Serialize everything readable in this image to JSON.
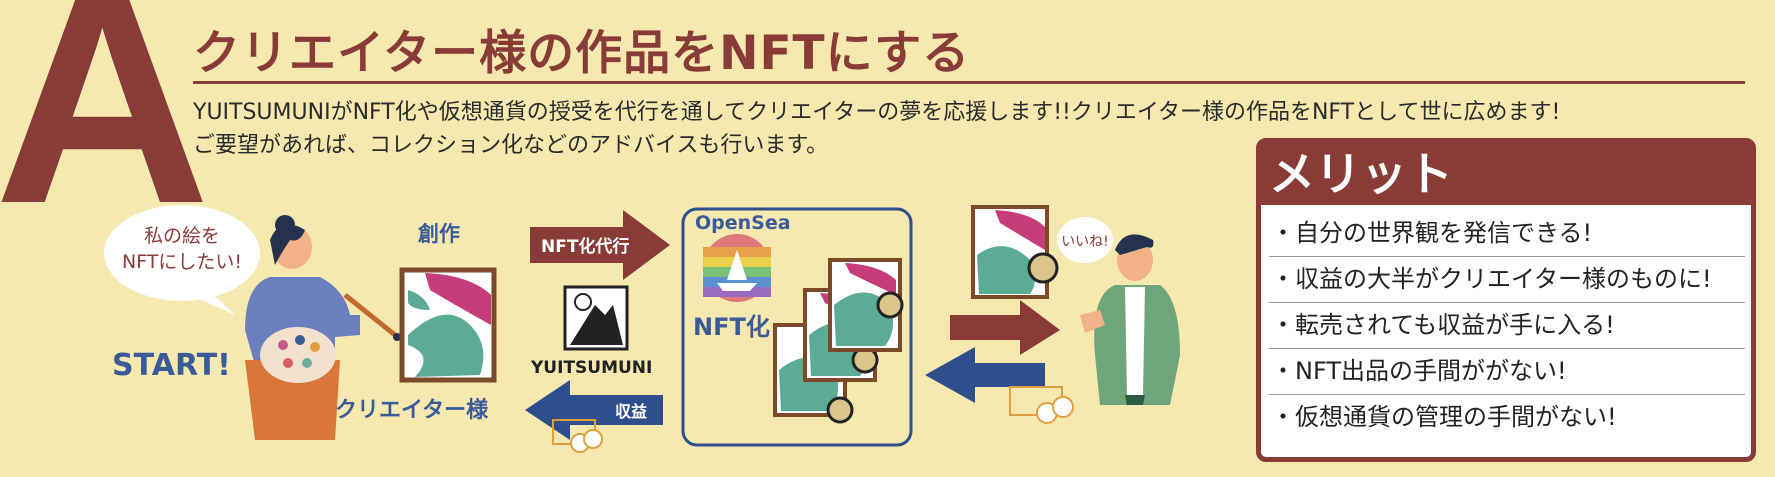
{
  "hero": {
    "letter": "A",
    "title": "クリエイター様の作品をNFTにする",
    "desc_line1": "YUITSUMUNIがNFT化や仮想通貨の授受を代行を通してクリエイターの夢を応援します!!クリエイター様の作品をNFTとして世に広めます!",
    "desc_line2": "ご要望があれば、コレクション化などのアドバイスも行います。"
  },
  "flow": {
    "bubble_line1": "私の絵を",
    "bubble_line2": "NFTにしたい!",
    "start": "START!",
    "creator_label": "クリエイター様",
    "creation_label": "創作",
    "nft_agency_label": "NFT化代行",
    "yuitsumuni_label": "YUITSUMUNI",
    "revenue_label": "収益",
    "opensea_label": "OpenSea",
    "nftize_label": "NFT化",
    "like_label": "いいね!"
  },
  "merit": {
    "heading": "メリット",
    "items": [
      "・自分の世界観を発信できる!",
      "・収益の大半がクリエイター様のものに!",
      "・転売されても収益が手に入る!",
      "・NFT出品の手間ががない!",
      "・仮想通貨の管理の手間がない!"
    ]
  },
  "colors": {
    "background": "#f5e9b0",
    "brown": "#893c37",
    "navy": "#2f4f8c",
    "accent_blue": "#3a5a9a"
  }
}
